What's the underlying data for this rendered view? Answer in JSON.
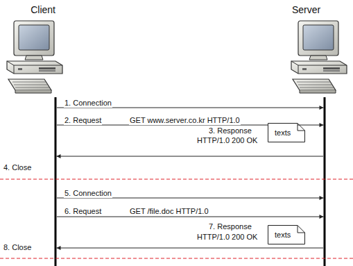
{
  "diagram": {
    "nodes": [
      {
        "text": [
          "Client"
        ]
      },
      {
        "text": [
          "Server"
        ]
      },
      {
        "text": [
          "texts"
        ]
      },
      {
        "text": [
          "texts"
        ]
      }
    ],
    "edges": [
      {
        "from": 0,
        "to": 1,
        "arrow": "to",
        "label": "1. Connection"
      },
      {
        "from": 0,
        "to": 1,
        "arrow": "to",
        "label": "2. Request"
      },
      {
        "from": 1,
        "to": 0,
        "arrow": "to",
        "label": "3. Response"
      },
      {
        "from": 0,
        "to": 1,
        "arrow": "to",
        "label": "5. Connection"
      },
      {
        "from": 0,
        "to": 1,
        "arrow": "to",
        "label": "6. Request"
      },
      {
        "from": 1,
        "to": 0,
        "arrow": "to",
        "label": "7. Response"
      }
    ],
    "labels": [
      "GET www.server.co.kr HTTP/1.0",
      "HTTP/1.0 200 OK",
      "4. Close",
      "GET /file.doc HTTP/1.0",
      "HTTP/1.0 200 OK",
      "8. Close"
    ]
  }
}
